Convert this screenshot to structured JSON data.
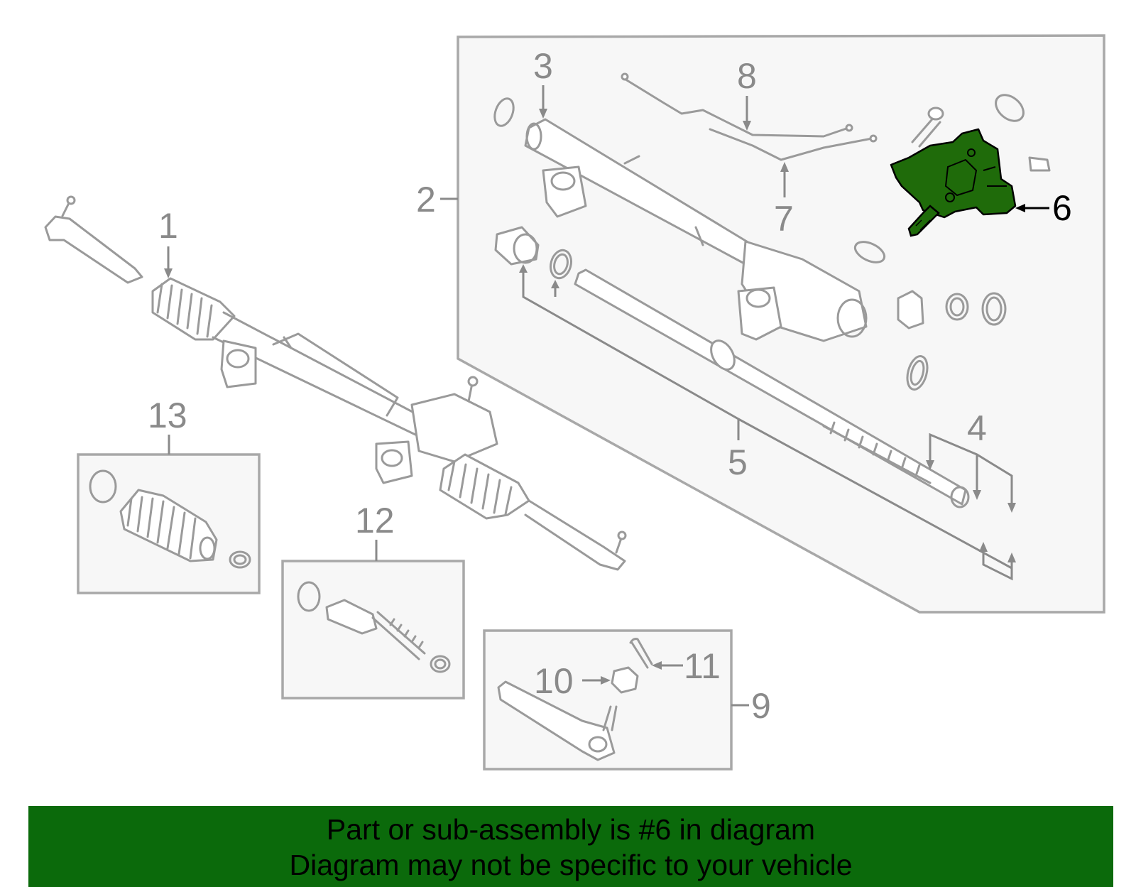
{
  "diagram": {
    "highlight_color": "#1f6b0a",
    "highlighted_part": "6",
    "callouts": {
      "c1": "1",
      "c2": "2",
      "c3": "3",
      "c4": "4",
      "c5": "5",
      "c6": "6",
      "c7": "7",
      "c8": "8",
      "c9": "9",
      "c10": "10",
      "c11": "11",
      "c12": "12",
      "c13": "13"
    }
  },
  "banner": {
    "background_color": "#0b6a0b",
    "line1": "Part or sub-assembly is #6 in diagram",
    "line2": "Diagram may not be specific to your vehicle"
  }
}
